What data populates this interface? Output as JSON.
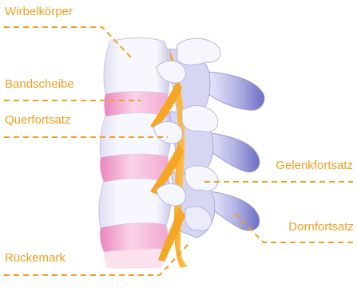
{
  "labels": {
    "wirbelkoerper": "Wirbelkörper",
    "bandscheibe": "Bandscheibe",
    "querfortsatz": "Querfortsatz",
    "gelenkfortsatz": "Gelenkfortsatz",
    "dornfortsatz": "Dornfortsatz",
    "rueckenmark": "Rückemark"
  },
  "colors": {
    "label_text": "#f0a020",
    "leader_line": "#f0a020",
    "vertebra_fill": "#f4f4ff",
    "vertebra_shade": "#b9b9e6",
    "disc_fill": "#f2a6cf",
    "spinal_cord": "#f7b23a",
    "process_fill": "#9090d0"
  }
}
